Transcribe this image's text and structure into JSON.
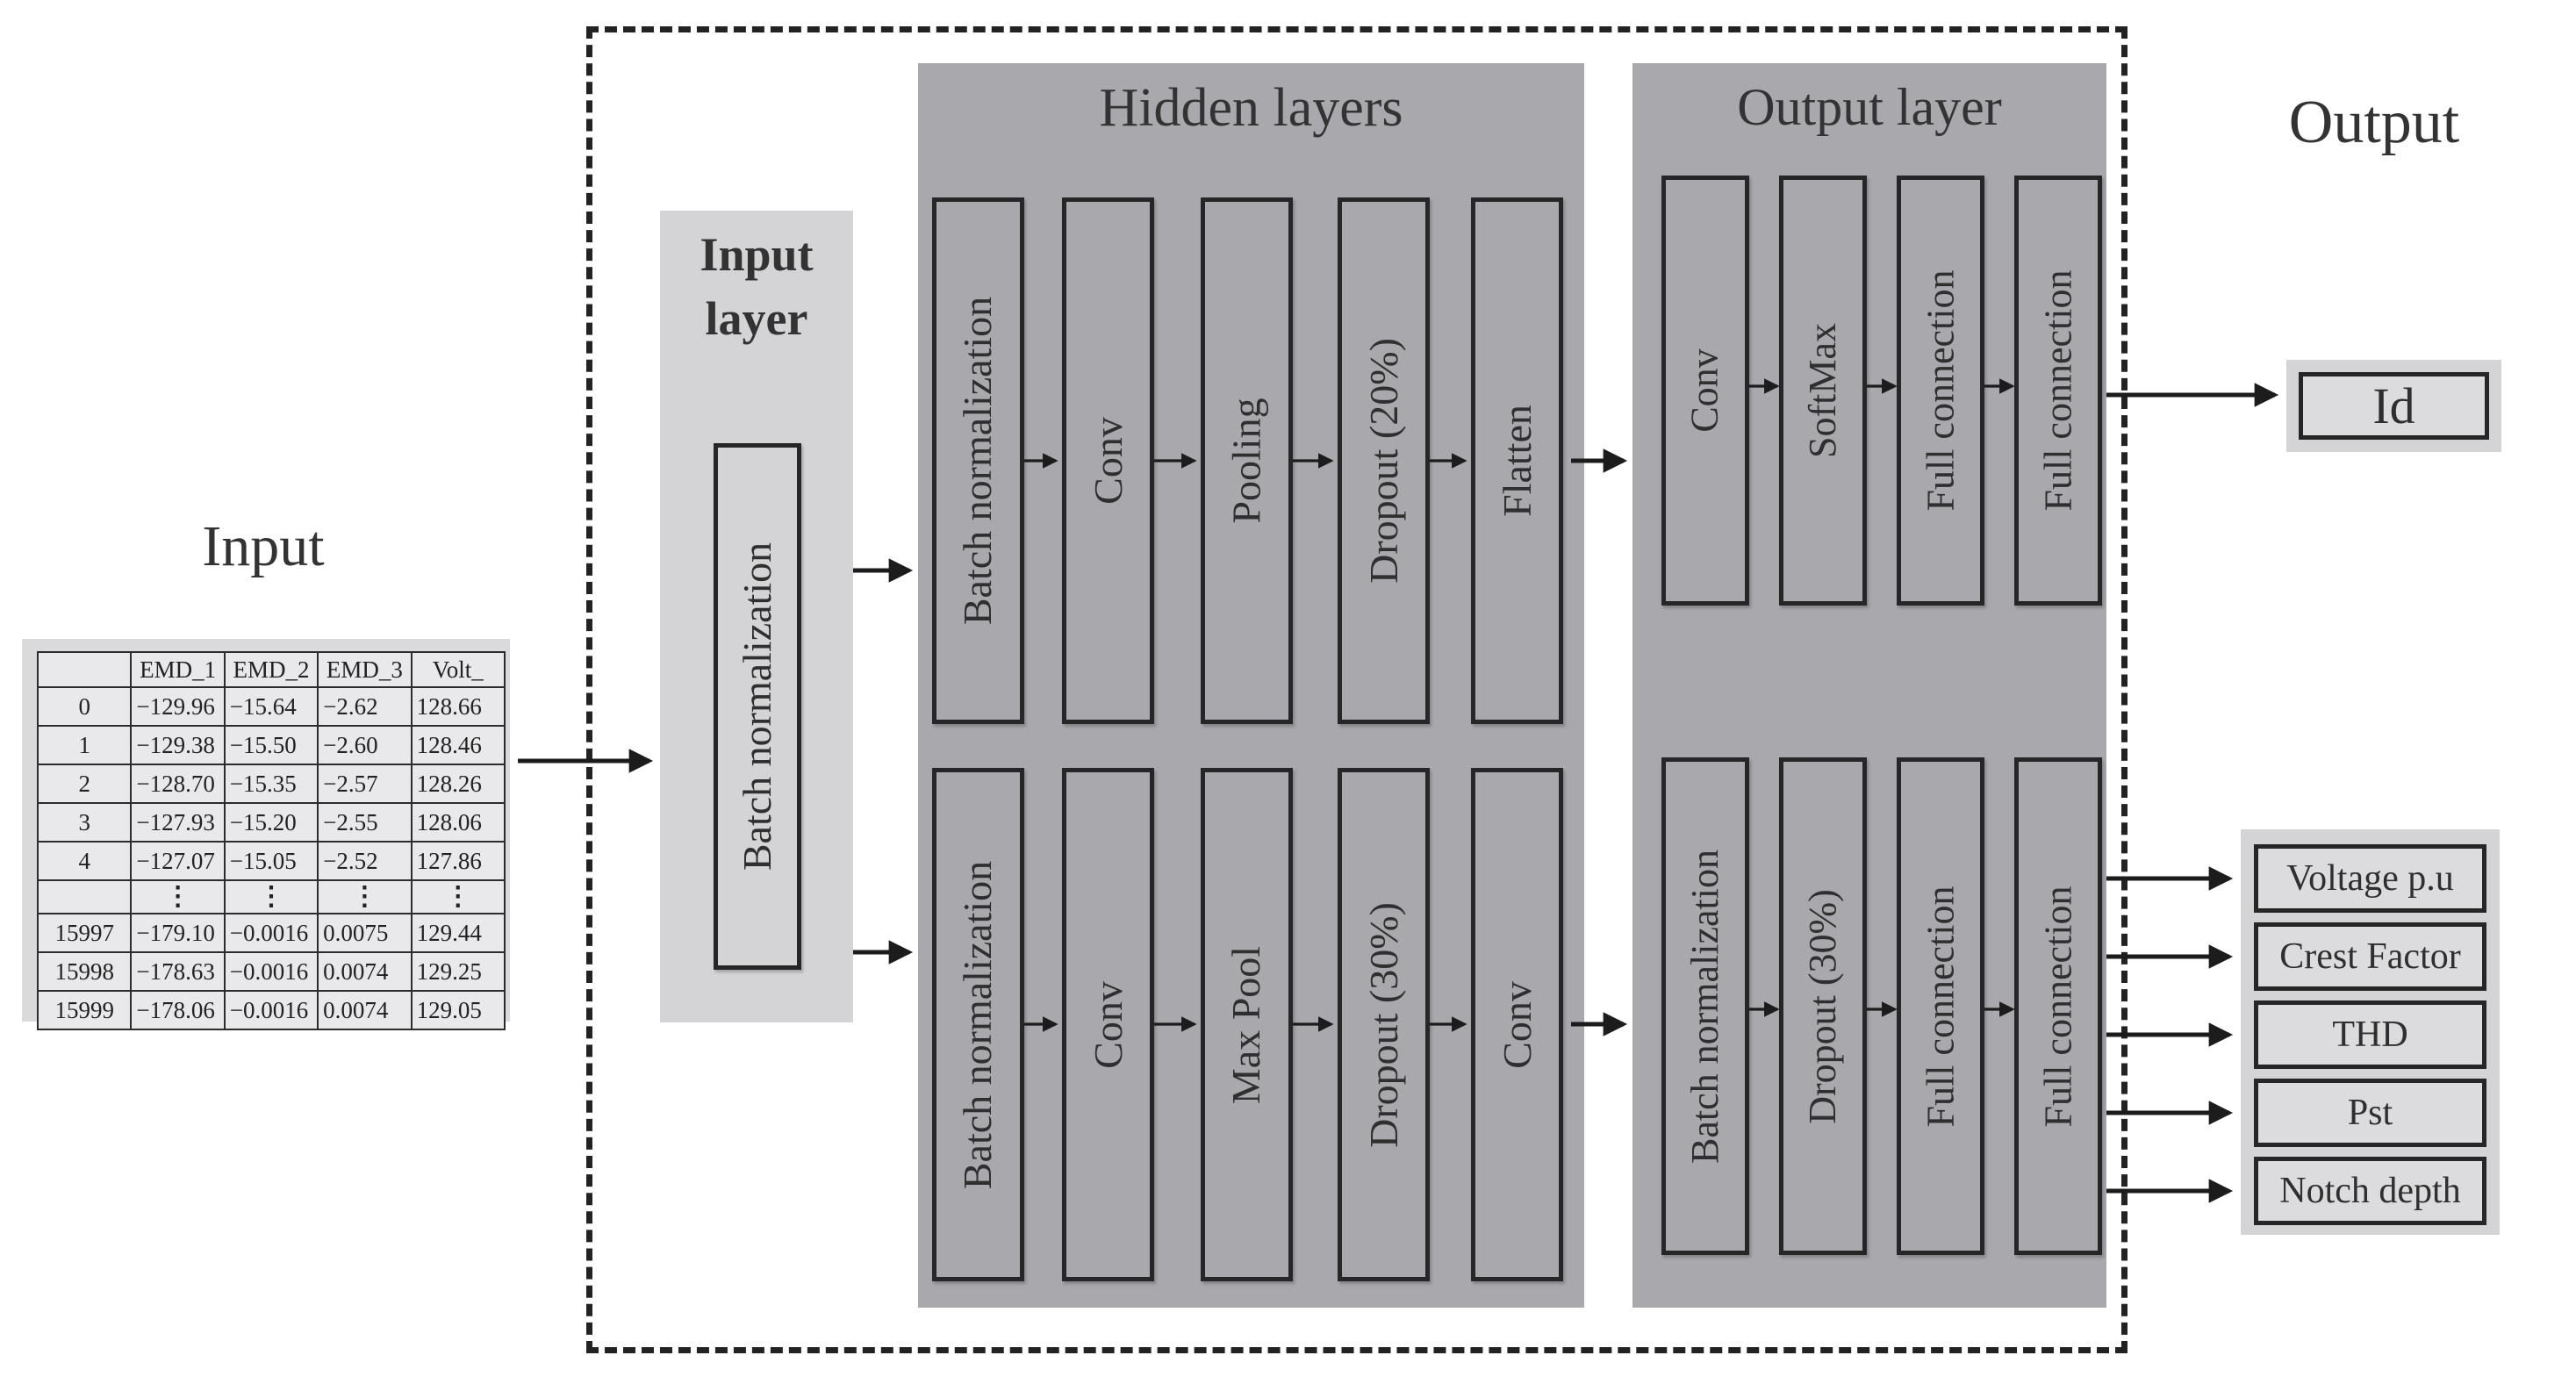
{
  "input": {
    "title": "Input",
    "table": {
      "headers": [
        "",
        "EMD_1",
        "EMD_2",
        "EMD_3",
        "Volt_"
      ],
      "rows": [
        [
          "0",
          "−129.96",
          "−15.64",
          "−2.62",
          "128.66"
        ],
        [
          "1",
          "−129.38",
          "−15.50",
          "−2.60",
          "128.46"
        ],
        [
          "2",
          "−128.70",
          "−15.35",
          "−2.57",
          "128.26"
        ],
        [
          "3",
          "−127.93",
          "−15.20",
          "−2.55",
          "128.06"
        ],
        [
          "4",
          "−127.07",
          "−15.05",
          "−2.52",
          "127.86"
        ],
        [
          "",
          "⋮",
          "⋮",
          "⋮",
          "⋮"
        ],
        [
          "15997",
          "−179.10",
          "−0.0016",
          "0.0075",
          "129.44"
        ],
        [
          "15998",
          "−178.63",
          "−0.0016",
          "0.0074",
          "129.25"
        ],
        [
          "15999",
          "−178.06",
          "−0.0016",
          "0.0074",
          "129.05"
        ]
      ]
    }
  },
  "input_layer": {
    "title": "Input layer",
    "box": "Batch normalization"
  },
  "hidden_layers": {
    "title": "Hidden layers",
    "top_row": [
      "Batch normalization",
      "Conv",
      "Pooling",
      "Dropout (20%)",
      "Flatten"
    ],
    "bottom_row": [
      "Batch normalization",
      "Conv",
      "Max Pool",
      "Dropout (30%)",
      "Conv"
    ]
  },
  "output_layer": {
    "title": "Output layer",
    "top_row": [
      "Conv",
      "SoftMax",
      "Full connection",
      "Full connection"
    ],
    "bottom_row": [
      "Batch normalization",
      "Dropout (30%)",
      "Full connection",
      "Full connection"
    ]
  },
  "output": {
    "title": "Output",
    "id_label": "Id",
    "boxes": [
      "Voltage p.u",
      "Crest Factor",
      "THD",
      "Pst",
      "Notch depth"
    ]
  },
  "colors": {
    "panel_gray": "#a9a9ad",
    "light_gray": "#d4d4d6",
    "box_fill": "#dcdcde",
    "table_cell": "#e9e9eb",
    "border_dark": "#262626",
    "text": "#2f2f2f"
  }
}
